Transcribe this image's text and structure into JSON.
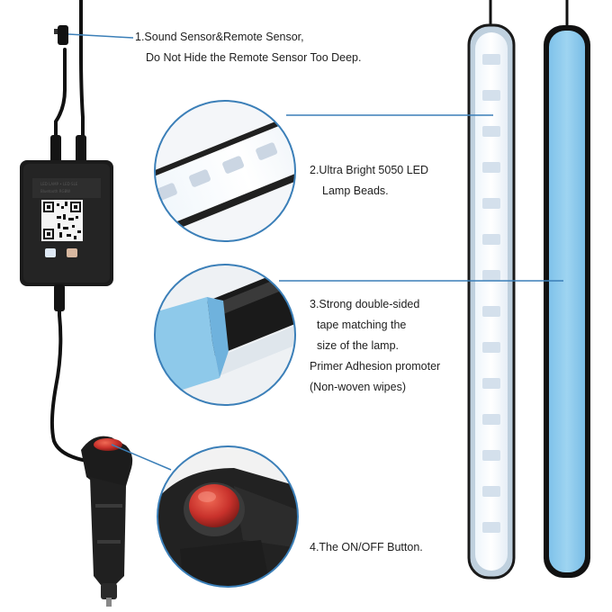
{
  "callouts": [
    {
      "lines": [
        "1.Sound Sensor&Remote Sensor,",
        "Do Not Hide the Remote Sensor Too Deep."
      ]
    },
    {
      "lines": [
        "2.Ultra Bright 5050 LED",
        "Lamp Beads."
      ]
    },
    {
      "lines": [
        "3.Strong double-sided",
        "tape matching the",
        "size of the lamp.",
        "Primer Adhesion promoter",
        "(Non-woven wipes)"
      ]
    },
    {
      "lines": [
        "4.The ON/OFF Button."
      ]
    }
  ],
  "colors": {
    "leader_line": "#3b7fb8",
    "circle_border": "#3b7fb8",
    "lit_strip": "#8ec9ea",
    "strip_body": "#1a1a1a",
    "button_red": "#c8312b"
  }
}
